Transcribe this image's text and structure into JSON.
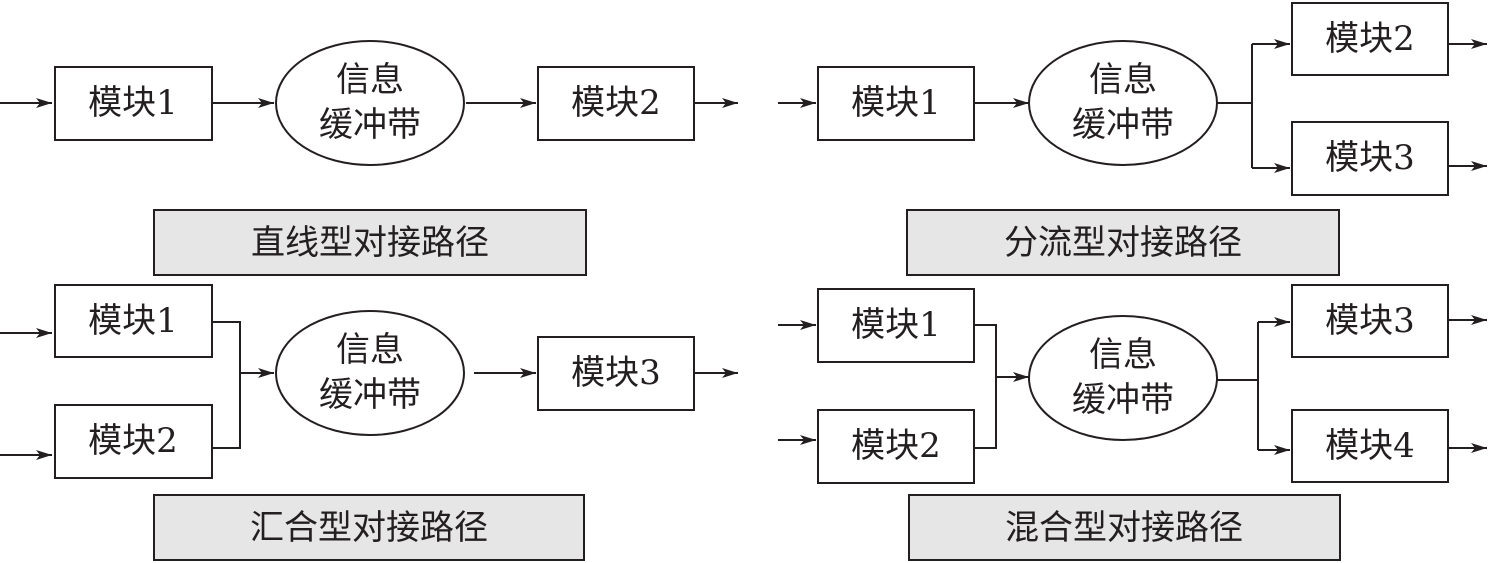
{
  "diagrams": [
    {
      "caption": "直线型对接路径",
      "buffer": {
        "line1": "信息",
        "line2": "缓冲带"
      },
      "modules": [
        "模块1",
        "模块2"
      ]
    },
    {
      "caption": "分流型对接路径",
      "buffer": {
        "line1": "信息",
        "line2": "缓冲带"
      },
      "modules": [
        "模块1",
        "模块2",
        "模块3"
      ]
    },
    {
      "caption": "汇合型对接路径",
      "buffer": {
        "line1": "信息",
        "line2": "缓冲带"
      },
      "modules": [
        "模块1",
        "模块2",
        "模块3"
      ]
    },
    {
      "caption": "混合型对接路径",
      "buffer": {
        "line1": "信息",
        "line2": "缓冲带"
      },
      "modules": [
        "模块1",
        "模块2",
        "模块3",
        "模块4"
      ]
    }
  ],
  "colors": {
    "stroke": "#231f20",
    "caption_fill": "#e6e6e6"
  }
}
